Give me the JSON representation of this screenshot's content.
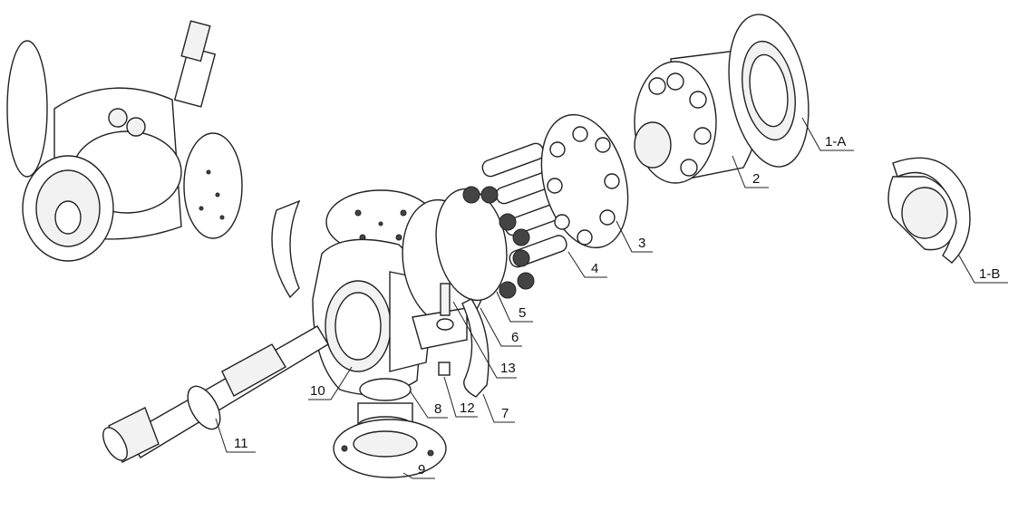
{
  "diagram": {
    "title": "Exploded view of axial piston motor",
    "callouts": [
      {
        "id": "1-A",
        "label": "1-A"
      },
      {
        "id": "1-B",
        "label": "1-B"
      },
      {
        "id": "2",
        "label": "2"
      },
      {
        "id": "3",
        "label": "3"
      },
      {
        "id": "4",
        "label": "4"
      },
      {
        "id": "5",
        "label": "5"
      },
      {
        "id": "6",
        "label": "6"
      },
      {
        "id": "7",
        "label": "7"
      },
      {
        "id": "8",
        "label": "8"
      },
      {
        "id": "9",
        "label": "9"
      },
      {
        "id": "10",
        "label": "10"
      },
      {
        "id": "11",
        "label": "11"
      },
      {
        "id": "12",
        "label": "12"
      },
      {
        "id": "13",
        "label": "13"
      }
    ]
  }
}
